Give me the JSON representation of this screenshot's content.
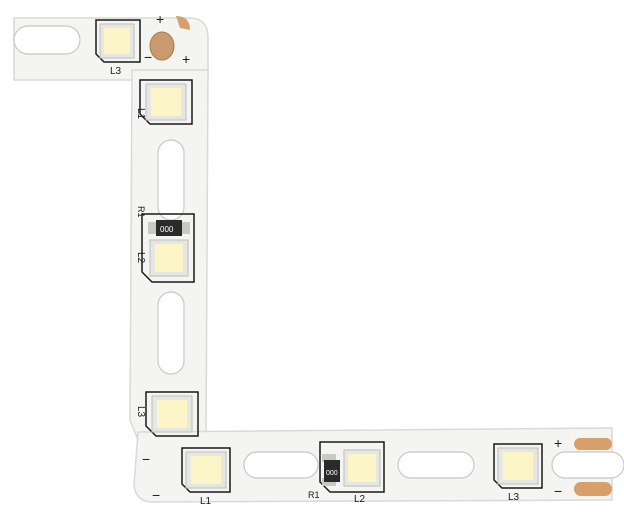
{
  "colors": {
    "background": "#ffffff",
    "pcb": "#f4f4f2",
    "pcb_edge": "#d9d9d6",
    "silkscreen": "#1a1a1a",
    "led_frame": "#e6e6e2",
    "led_die": "#fbf5c8",
    "copper": "#d7a06a",
    "resistor_body": "#2a2a2a",
    "slot": "#ffffff"
  },
  "leds": [
    {
      "label": "L3"
    },
    {
      "label": "L1"
    },
    {
      "label": "L2"
    },
    {
      "label": "L3"
    },
    {
      "label": "L1"
    },
    {
      "label": "L2"
    },
    {
      "label": "L3"
    }
  ],
  "resistors": [
    {
      "label": "R1",
      "code": "000"
    },
    {
      "label": "R1",
      "code": "000"
    }
  ],
  "polarity": {
    "plus": "+",
    "minus": "−"
  }
}
